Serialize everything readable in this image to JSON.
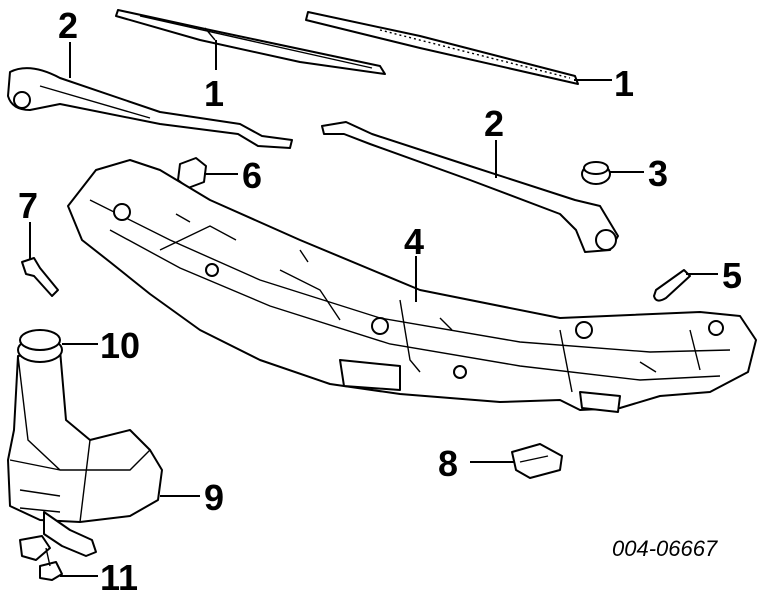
{
  "callouts": {
    "c1a": "1",
    "c1b": "1",
    "c2a": "2",
    "c2b": "2",
    "c3": "3",
    "c4": "4",
    "c5": "5",
    "c6": "6",
    "c7": "7",
    "c8": "8",
    "c9": "9",
    "c10": "10",
    "c11": "11"
  },
  "diagram_code": "004-06667"
}
